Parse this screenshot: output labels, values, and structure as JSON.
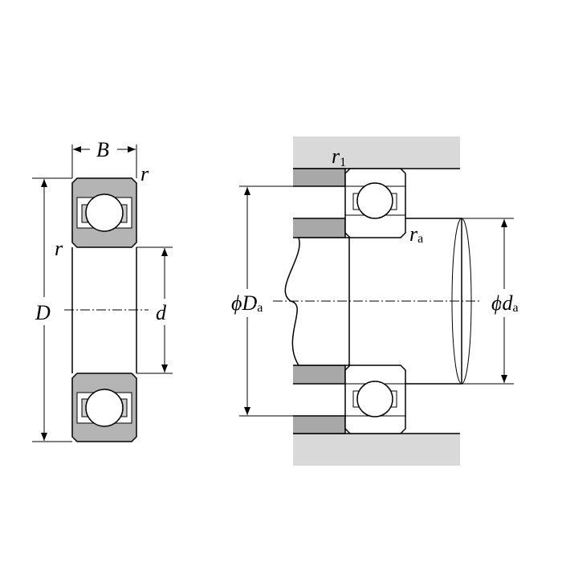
{
  "labels": {
    "B": "B",
    "r_top": "r",
    "r_left": "r",
    "D": "D",
    "d": "d",
    "r1_main": "r",
    "r1_sub": "1",
    "ra_main": "r",
    "ra_sub": "a",
    "Da_phi": "ϕ",
    "Da_main": "D",
    "Da_sub": "a",
    "da_phi": "ϕ",
    "da_main": "d",
    "da_sub": "a"
  },
  "colors": {
    "ring": "#b4b4b4",
    "housing": "#d9d9d9",
    "shoulder": "#a8a8a8",
    "line": "#000000"
  }
}
